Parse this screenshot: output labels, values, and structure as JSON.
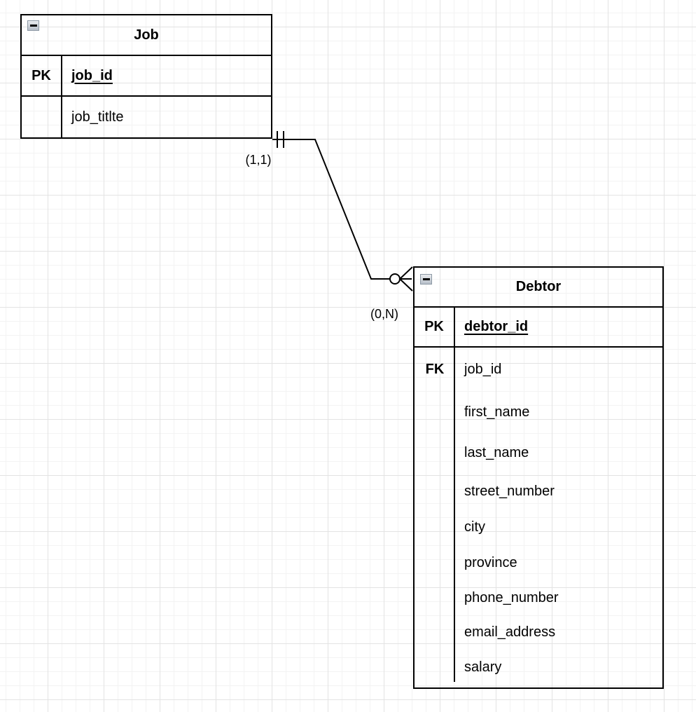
{
  "entities": {
    "job": {
      "title": "Job",
      "rows": [
        {
          "key": "PK",
          "field": "job_id"
        },
        {
          "key": "",
          "field": "job_titlte"
        }
      ]
    },
    "debtor": {
      "title": "Debtor",
      "rows": [
        {
          "key": "PK",
          "field": "debtor_id"
        },
        {
          "key": "FK",
          "field": "job_id"
        },
        {
          "key": "",
          "field": "first_name"
        },
        {
          "key": "",
          "field": "last_name"
        },
        {
          "key": "",
          "field": "street_number"
        },
        {
          "key": "",
          "field": "city"
        },
        {
          "key": "",
          "field": "province"
        },
        {
          "key": "",
          "field": "phone_number"
        },
        {
          "key": "",
          "field": "email_address"
        },
        {
          "key": "",
          "field": "salary"
        }
      ]
    }
  },
  "relationship": {
    "label_job_end": "(1,1)",
    "label_debtor_end": "(0,N)",
    "notation_job_end": "exactly-one",
    "notation_debtor_end": "zero-or-many"
  },
  "colors": {
    "line": "#000000",
    "grid_minor": "#f3f3f3",
    "grid_major": "#e3e3e3",
    "collapse_icon_border": "#8d99a5"
  }
}
